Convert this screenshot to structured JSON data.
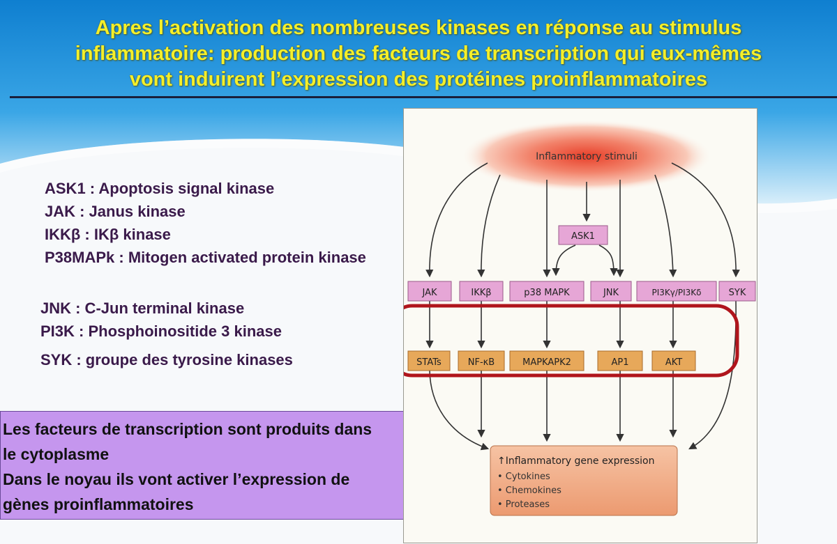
{
  "title": {
    "line1": "Apres l’activation des nombreuses kinases en réponse au stimulus",
    "line2": "inflammatoire: production des  facteurs de transcription qui  eux-mêmes",
    "line3": "vont induirent  l’expression des protéines proinflammatoires"
  },
  "glossary": [
    {
      "text": "ASK1 : Apoptosis signal kinase"
    },
    {
      "text": "JAK   : Janus kinase"
    },
    {
      "text": "IKKβ  : IKβ kinase"
    },
    {
      "text": "P38MAPk : Mitogen activated protein kinase"
    },
    {
      "text": "JNK  : C-Jun  terminal kinase"
    },
    {
      "text": "PI3K : Phosphoinositide 3 kinase"
    },
    {
      "text": "SYK   :  groupe des tyrosine kinases"
    }
  ],
  "note": {
    "line1": "Les facteurs de transcription sont  produits dans",
    "line2": "le cytoplasme",
    "line3": "Dans le noyau ils vont activer l’expression de",
    "line4": "gènes proinflammatoires"
  },
  "diagram": {
    "stimulus": "Inflammatory stimuli",
    "ask1": "ASK1",
    "kinases": [
      "JAK",
      "IKKβ",
      "p38 MAPK",
      "JNK",
      "PI3Kγ/PI3Kδ",
      "SYK"
    ],
    "factors": [
      "STATs",
      "NF-κB",
      "MAPKAPK2",
      "AP1",
      "AKT"
    ],
    "output": {
      "title": "↑Inflammatory gene expression",
      "items": [
        "• Cytokines",
        "• Chemokines",
        "• Proteases"
      ]
    },
    "colors": {
      "kinase_fill": "#e6a6d6",
      "factor_fill": "#e7a85a",
      "output_fill": "#f0a47c",
      "highlight_ring": "#b0151c",
      "title_yellow": "#f4ef2a",
      "note_fill": "#c596ee"
    }
  }
}
